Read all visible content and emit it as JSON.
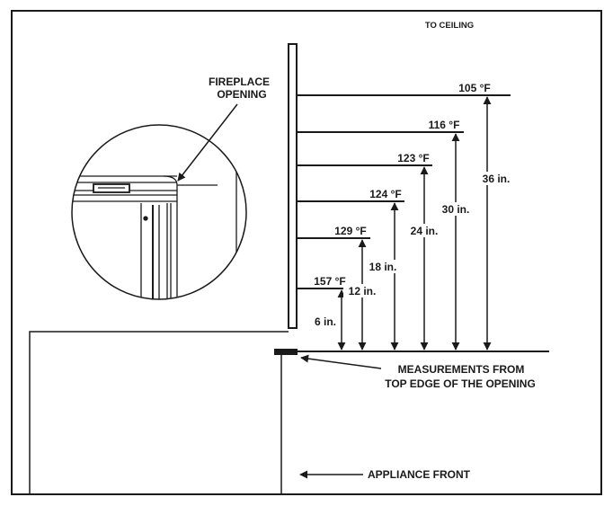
{
  "labels": {
    "to_ceiling": "TO CEILING",
    "fireplace_opening_line1": "FIREPLACE",
    "fireplace_opening_line2": "OPENING",
    "measurements_line1": "MEASUREMENTS FROM",
    "measurements_line2": "TOP EDGE OF THE OPENING",
    "appliance_front": "APPLIANCE FRONT"
  },
  "clearances": [
    {
      "height": "6 in.",
      "temperature": "157 °F"
    },
    {
      "height": "12 in.",
      "temperature": "129 °F"
    },
    {
      "height": "18 in.",
      "temperature": "124 °F"
    },
    {
      "height": "24 in.",
      "temperature": "123 °F"
    },
    {
      "height": "30 in.",
      "temperature": "116 °F"
    },
    {
      "height": "36 in.",
      "temperature": "105 °F"
    }
  ],
  "colors": {
    "ink": "#1a1a1a",
    "background": "#ffffff"
  }
}
